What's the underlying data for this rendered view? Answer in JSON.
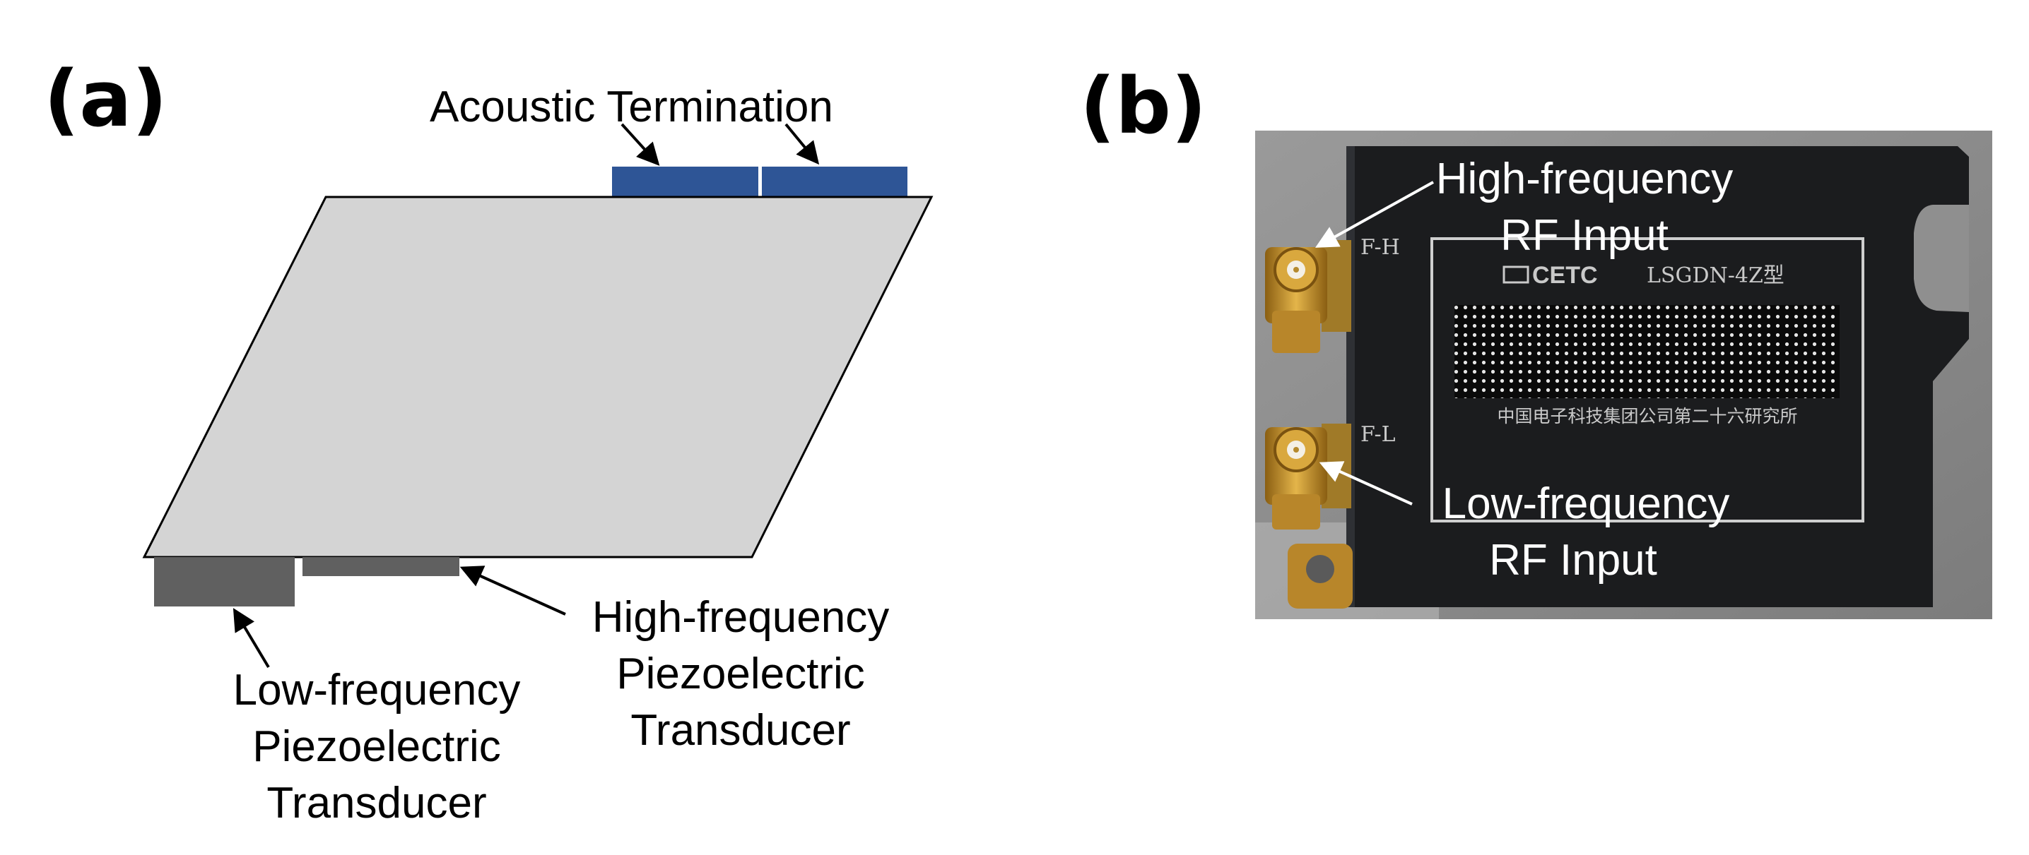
{
  "panel_a": {
    "letter": "(a)",
    "labels": {
      "acoustic_termination": "Acoustic Termination",
      "high_freq_transducer": [
        "High-frequency",
        "Piezoelectric",
        "Transducer"
      ],
      "low_freq_transducer": [
        "Low-frequency",
        "Piezoelectric",
        "Transducer"
      ]
    },
    "colors": {
      "crystal": "#d4d4d4",
      "termination": "#2e5596",
      "transducer": "#606060"
    }
  },
  "panel_b": {
    "letter": "(b)",
    "labels": {
      "high_freq_input": [
        "High-frequency",
        "RF Input"
      ],
      "low_freq_input": [
        "Low-frequency",
        "RF Input"
      ]
    },
    "device_markings": {
      "port_high": "F-H",
      "port_low": "F-L",
      "brand": "CETC",
      "model": "LSGDN-4Z型",
      "maker": "中国电子科技集团公司第二十六研究所"
    },
    "colors": {
      "housing": "#1b1c1e",
      "connector": "#c9962a",
      "background": "#8f8f8f"
    }
  }
}
